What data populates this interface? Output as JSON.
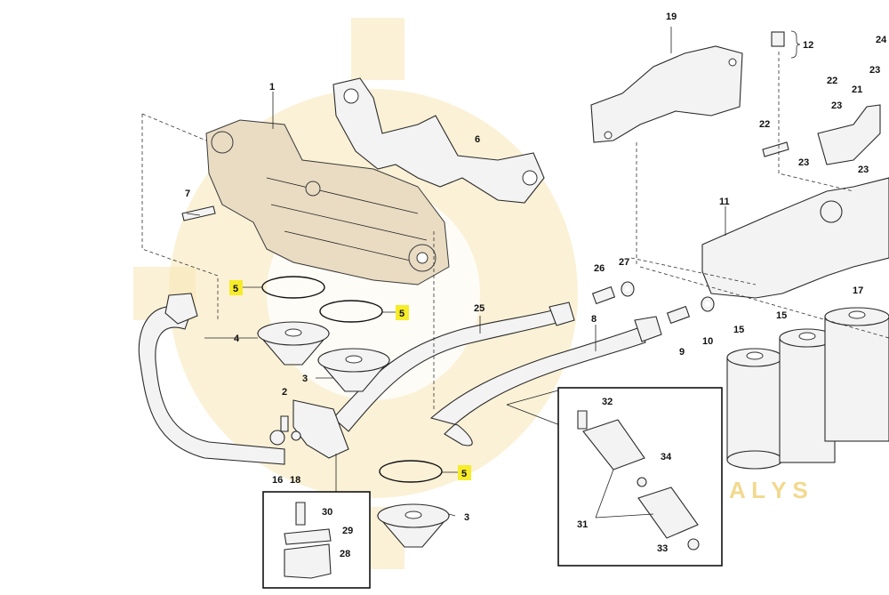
{
  "watermark": {
    "brand": "",
    "tagline": "D A L Y S"
  },
  "callouts": {
    "c1": "1",
    "c2": "2",
    "c3a": "3",
    "c3b": "3",
    "c4": "4",
    "c5a": "5",
    "c5b": "5",
    "c5c": "5",
    "c6": "6",
    "c7": "7",
    "c8": "8",
    "c9": "9",
    "c10": "10",
    "c11": "11",
    "c12": "12",
    "c15a": "15",
    "c15b": "15",
    "c16": "16",
    "c17": "17",
    "c18": "18",
    "c19": "19",
    "c21": "21",
    "c22a": "22",
    "c22b": "22",
    "c23a": "23",
    "c23b": "23",
    "c23c": "23",
    "c23d": "23",
    "c24": "24",
    "c25": "25",
    "c26": "26",
    "c27": "27",
    "c28": "28",
    "c29": "29",
    "c30": "30",
    "c31": "31",
    "c32": "32",
    "c33": "33",
    "c34": "34"
  },
  "colors": {
    "highlight": "#f6ec2a",
    "watermark": "#f7e6b5"
  }
}
